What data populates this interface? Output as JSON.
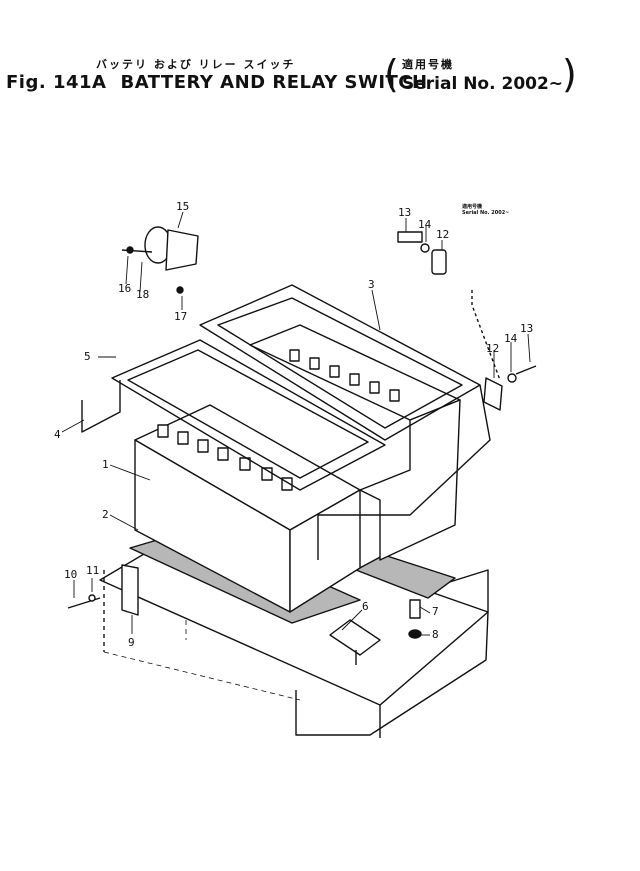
{
  "header": {
    "japanese_title": "バッテリ および リレー スイッチ",
    "fig_label": "Fig. 141A",
    "title": "BATTERY AND RELAY SWITCH",
    "model_label": "適用号機",
    "serial": "Serial No. 2002~"
  },
  "note": {
    "line1": "適用号機",
    "line2": "Serial No. 2002~"
  },
  "callouts": [
    "1",
    "2",
    "3",
    "4",
    "5",
    "6",
    "7",
    "8",
    "9",
    "10",
    "11",
    "12",
    "12",
    "13",
    "13",
    "14",
    "14",
    "15",
    "16",
    "17",
    "18"
  ]
}
